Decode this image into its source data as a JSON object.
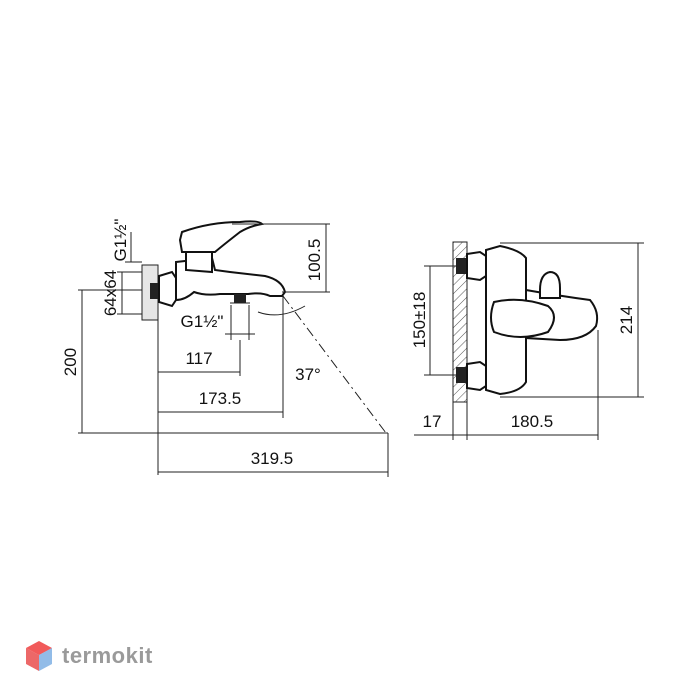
{
  "side_view": {
    "dim_100_5": "100.5",
    "dim_g12_top": "G1½\"",
    "dim_64x64": "64x64",
    "dim_g12_bottom": "G1½\"",
    "dim_200": "200",
    "dim_117": "117",
    "dim_37deg": "37°",
    "dim_173_5": "173.5",
    "dim_319_5": "319.5"
  },
  "front_view": {
    "dim_150": "150±18",
    "dim_214": "214",
    "dim_17": "17",
    "dim_180_5": "180.5"
  },
  "logo": {
    "text": "termokit",
    "color_top": "#f15a5a",
    "color_side": "#4a90d9"
  }
}
